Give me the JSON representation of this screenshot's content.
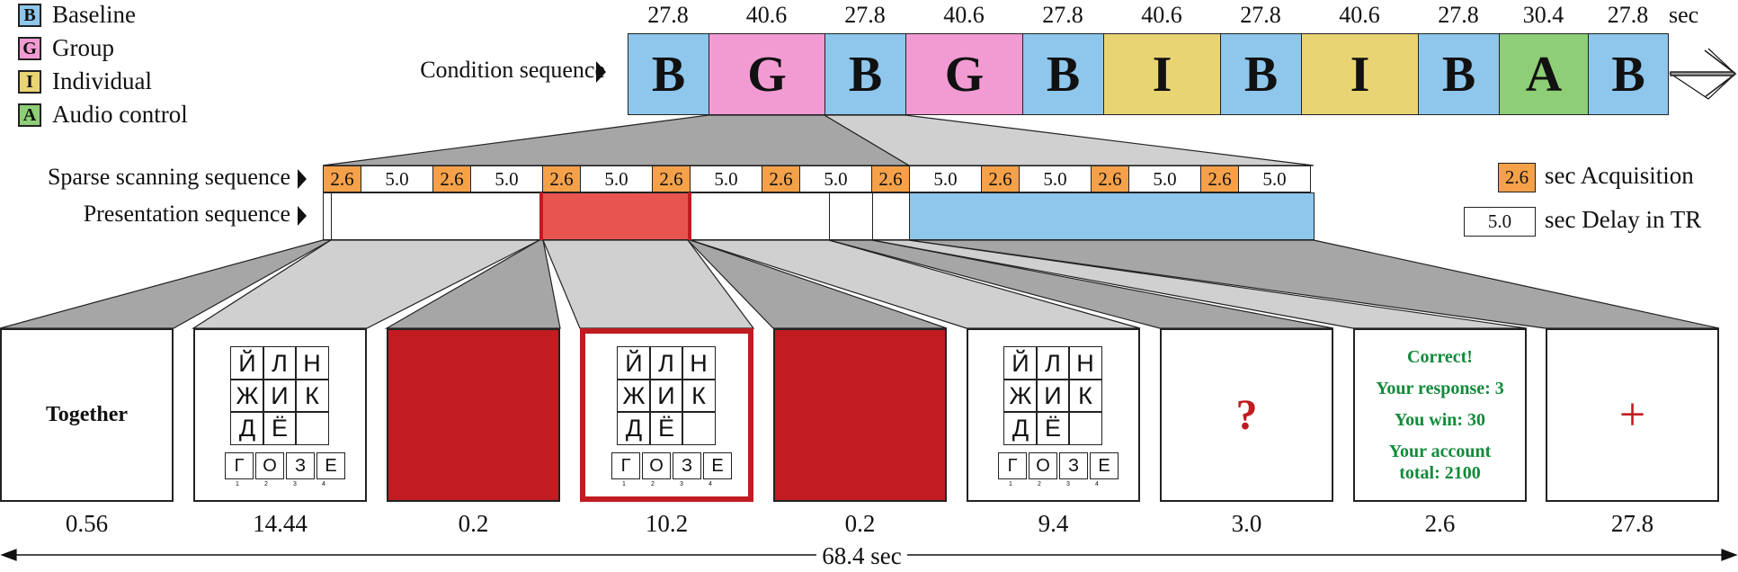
{
  "legend": [
    {
      "letter": "B",
      "label": "Baseline",
      "color": "#8ec6ec"
    },
    {
      "letter": "G",
      "label": "Group",
      "color": "#f29bd2"
    },
    {
      "letter": "I",
      "label": "Individual",
      "color": "#e9d473"
    },
    {
      "letter": "A",
      "label": "Audio control",
      "color": "#8dce76"
    }
  ],
  "condition_sequence": {
    "label": "Condition sequence",
    "unit": "sec",
    "blocks": [
      {
        "letter": "B",
        "duration": "27.8"
      },
      {
        "letter": "G",
        "duration": "40.6"
      },
      {
        "letter": "B",
        "duration": "27.8"
      },
      {
        "letter": "G",
        "duration": "40.6"
      },
      {
        "letter": "B",
        "duration": "27.8"
      },
      {
        "letter": "I",
        "duration": "40.6"
      },
      {
        "letter": "B",
        "duration": "27.8"
      },
      {
        "letter": "I",
        "duration": "40.6"
      },
      {
        "letter": "B",
        "duration": "27.8"
      },
      {
        "letter": "A",
        "duration": "30.4"
      },
      {
        "letter": "B",
        "duration": "27.8"
      }
    ]
  },
  "sparse_sequence": {
    "label": "Sparse scanning sequence",
    "cells": [
      "2.6",
      "5.0",
      "2.6",
      "5.0",
      "2.6",
      "5.0",
      "2.6",
      "5.0",
      "2.6",
      "5.0",
      "2.6",
      "5.0",
      "2.6",
      "5.0",
      "2.6",
      "5.0",
      "2.6",
      "5.0"
    ]
  },
  "presentation_sequence": {
    "label": "Presentation sequence"
  },
  "right_legend": {
    "acq_value": "2.6",
    "acq_label": "sec Acquisition",
    "delay_value": "5.0",
    "delay_label": "sec Delay in TR"
  },
  "colors": {
    "acquisition": "#f5a14a",
    "red": "#c01c21",
    "red_light": "#e85450",
    "baseline_blue": "#8ec6ec",
    "feedback_green": "#138a3a"
  },
  "grid_letters": [
    "Й",
    "Л",
    "Н",
    "Ж",
    "И",
    "К",
    "Д",
    "Ё",
    ""
  ],
  "option_letters": [
    "Г",
    "О",
    "З",
    "Е"
  ],
  "option_numbers": [
    "1",
    "2",
    "3",
    "4"
  ],
  "panels": [
    {
      "type": "text",
      "text": "Together",
      "duration": "0.56"
    },
    {
      "type": "grid",
      "duration": "14.44"
    },
    {
      "type": "red",
      "duration": "0.2"
    },
    {
      "type": "grid-red-border",
      "duration": "10.2"
    },
    {
      "type": "red",
      "duration": "0.2"
    },
    {
      "type": "grid",
      "duration": "9.4"
    },
    {
      "type": "question",
      "symbol": "?",
      "duration": "3.0"
    },
    {
      "type": "feedback",
      "lines": [
        "Correct!",
        "Your response: 3",
        "You win: 30",
        "Your account total: 2100"
      ],
      "duration": "2.6"
    },
    {
      "type": "fixation",
      "symbol": "+",
      "duration": "27.8"
    }
  ],
  "total_duration": "68.4 sec"
}
